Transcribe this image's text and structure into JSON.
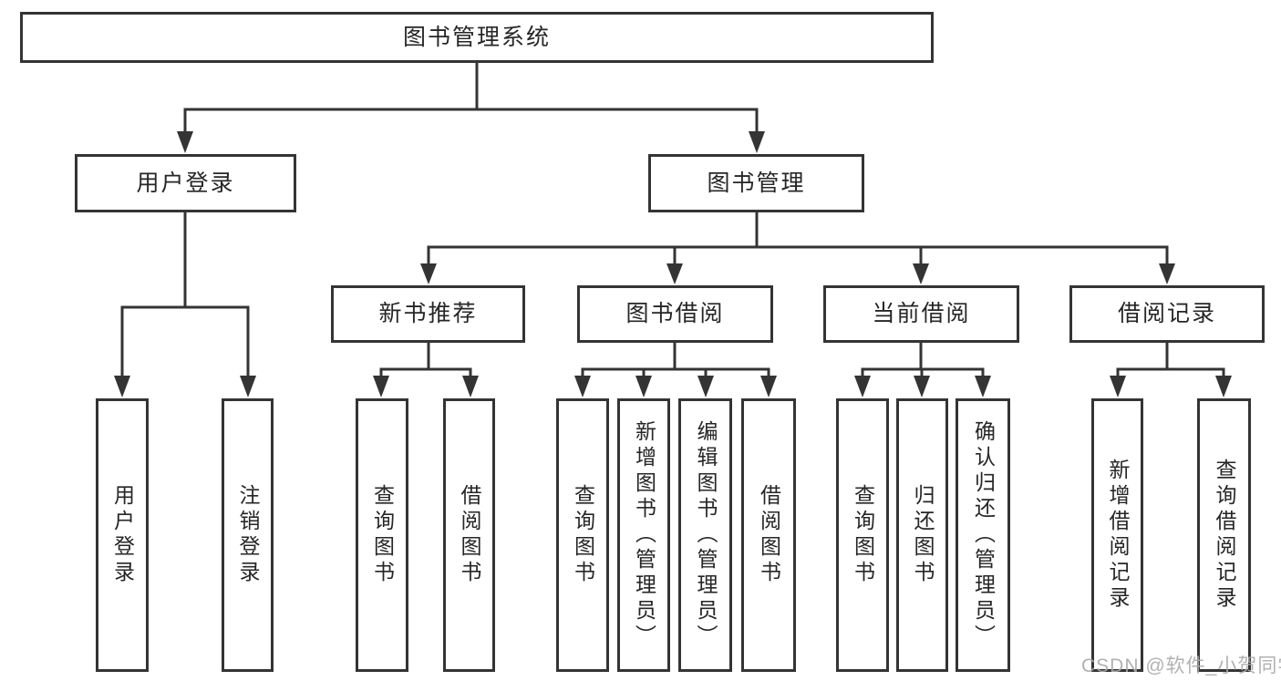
{
  "diagram": {
    "type": "tree",
    "root": {
      "label": "图书管理系统"
    },
    "branches": [
      {
        "label": "用户登录",
        "children": [
          {
            "label": "用户登录"
          },
          {
            "label": "注销登录"
          }
        ]
      },
      {
        "label": "图书管理",
        "children": [
          {
            "label": "新书推荐",
            "children": [
              {
                "label": "查询图书"
              },
              {
                "label": "借阅图书"
              }
            ]
          },
          {
            "label": "图书借阅",
            "children": [
              {
                "label": "查询图书"
              },
              {
                "label": "新增图书（管理员）"
              },
              {
                "label": "编辑图书（管理员）"
              },
              {
                "label": "借阅图书"
              }
            ]
          },
          {
            "label": "当前借阅",
            "children": [
              {
                "label": "查询图书"
              },
              {
                "label": "归还图书"
              },
              {
                "label": "确认归还（管理员）"
              }
            ]
          },
          {
            "label": "借阅记录",
            "children": [
              {
                "label": "新增借阅记录"
              },
              {
                "label": "查询借阅记录"
              }
            ]
          }
        ]
      }
    ]
  },
  "watermark": "CSDN @软件_小贺同学",
  "colors": {
    "line": "#343434",
    "border": "#343434",
    "text": "#262626",
    "watermark": "#ababab",
    "background": "#ffffff"
  }
}
